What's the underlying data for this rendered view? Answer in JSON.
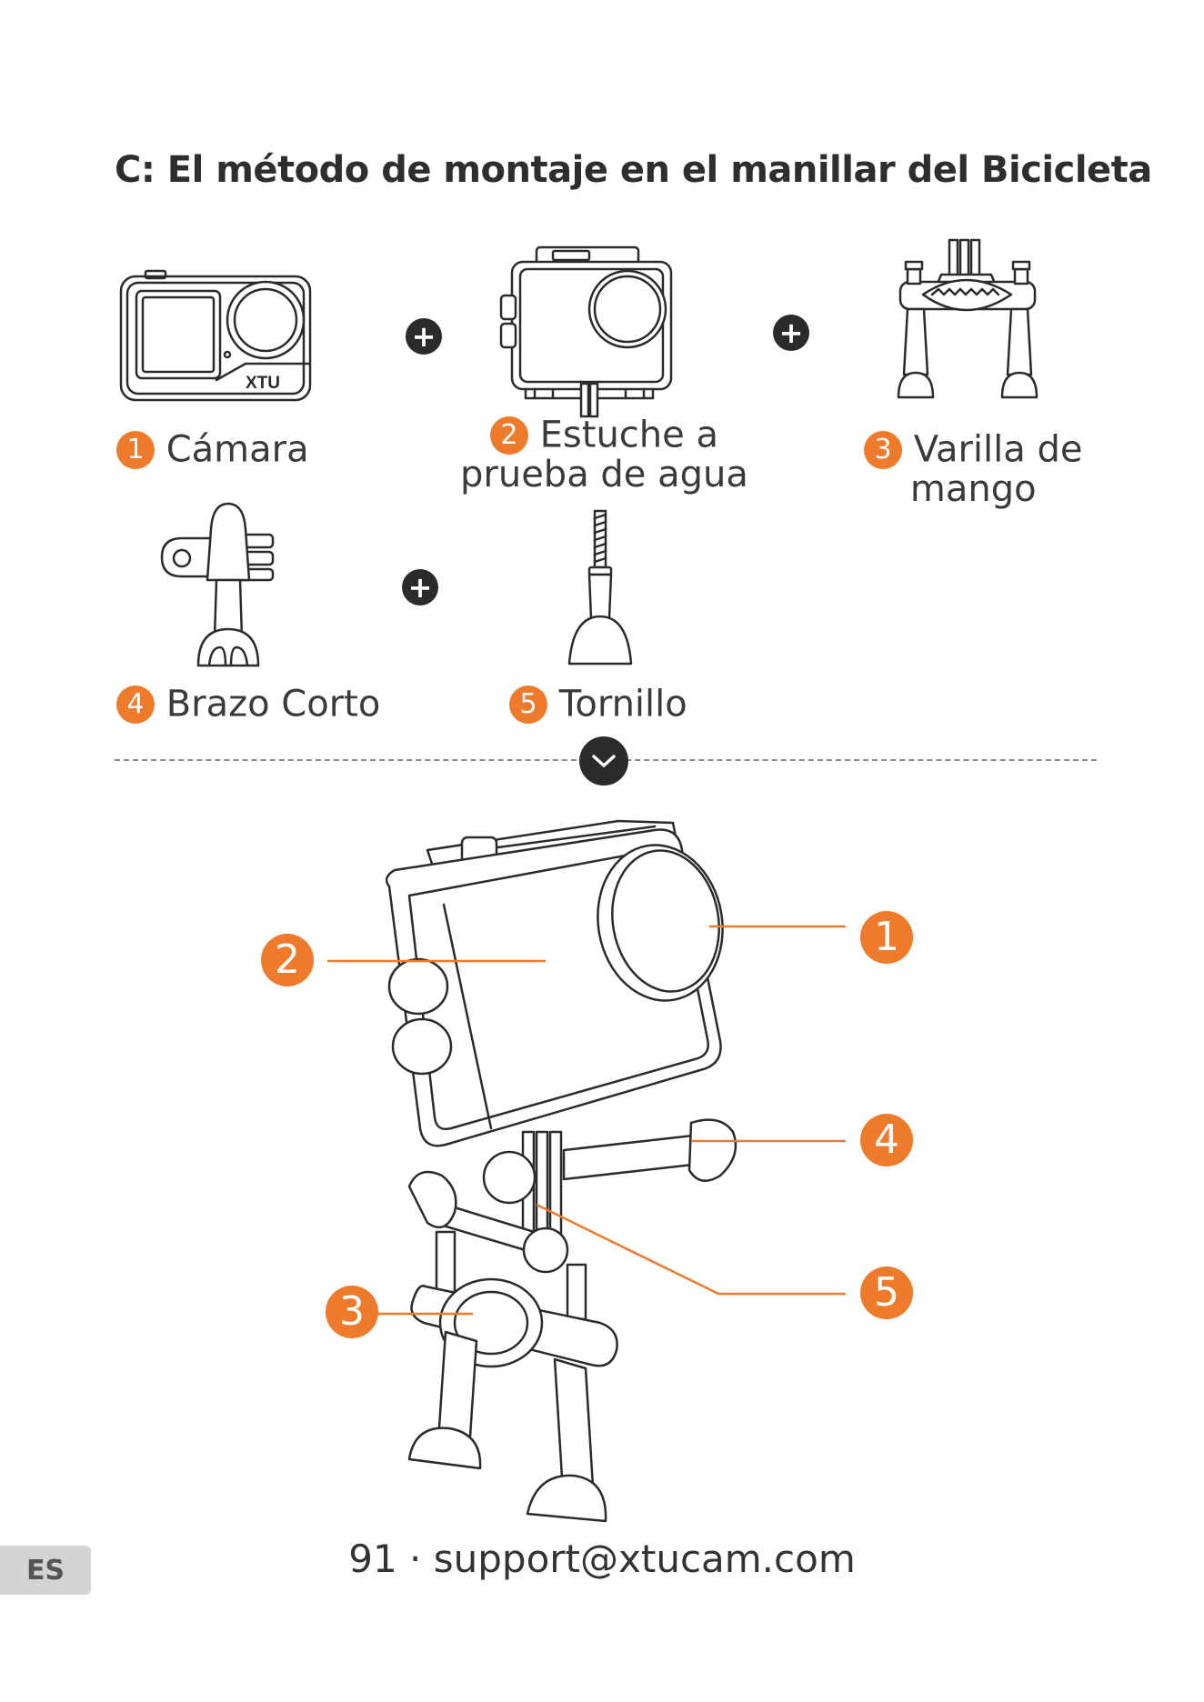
{
  "page": {
    "title": "C: El método de montaje en el manillar del Bicicleta",
    "footer": "91 · support@xtucam.com",
    "language_tab": "ES",
    "accent_color": "#ee7a2b"
  },
  "camera_brand": "XTU",
  "parts": [
    {
      "num": "1",
      "label": "Cámara"
    },
    {
      "num": "2",
      "label_line1": "Estuche a",
      "label_line2": "prueba de agua"
    },
    {
      "num": "3",
      "label_line1": "Varilla de",
      "label_line2": "mango"
    },
    {
      "num": "4",
      "label": "Brazo Corto"
    },
    {
      "num": "5",
      "label": "Tornillo"
    }
  ],
  "icons": {
    "plus": "+",
    "down": "chevron-down-icon"
  },
  "callouts": [
    "1",
    "2",
    "3",
    "4",
    "5"
  ]
}
